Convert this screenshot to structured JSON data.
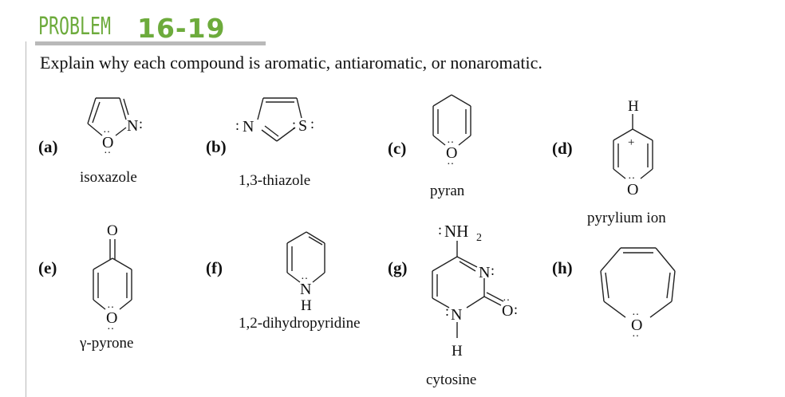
{
  "header": {
    "word": "PROBLEM",
    "number": "16-19"
  },
  "instruction": "Explain why each compound is aromatic, antiaromatic, or nonaromatic.",
  "compounds": [
    {
      "label": "(a)",
      "name": "isoxazole"
    },
    {
      "label": "(b)",
      "name": "1,3-thiazole"
    },
    {
      "label": "(c)",
      "name": "pyran"
    },
    {
      "label": "(d)",
      "name": "pyrylium ion"
    },
    {
      "label": "(e)",
      "name": "γ-pyrone"
    },
    {
      "label": "(f)",
      "name": "1,2-dihydropyridine"
    },
    {
      "label": "(g)",
      "name": "cytosine"
    },
    {
      "label": "(h)",
      "name": ""
    }
  ],
  "atoms": {
    "N": "N",
    "O": "O",
    "S": "S",
    "H": "H",
    "NH": "NH",
    "sub2": "2",
    "plus": "+",
    "lone_pair_left": ":",
    "lone_pair_right": ":",
    "lone_pair_top": "··"
  }
}
